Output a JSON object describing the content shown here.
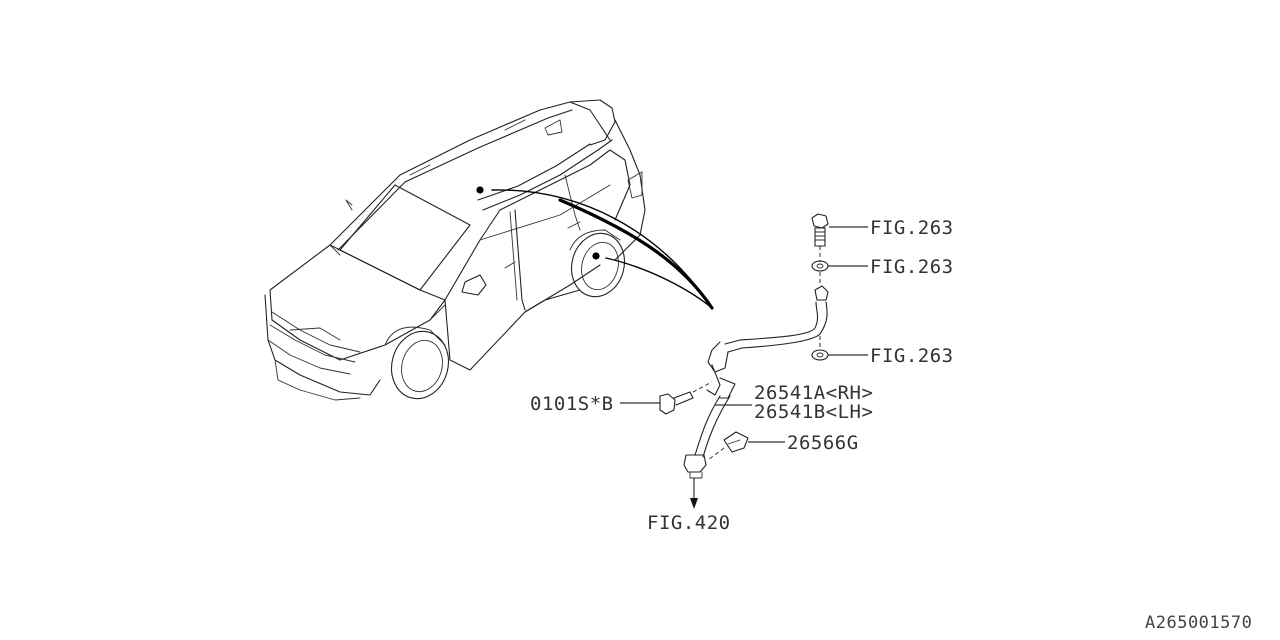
{
  "diagram": {
    "type": "exploded parts diagram",
    "subject": "Brake hose assembly with vehicle location reference",
    "illustration_code": "A265001570",
    "vehicle": {
      "icon": "suv-car-outline-icon",
      "callout_points": [
        "rear-roof-area",
        "rear-wheel"
      ]
    },
    "labels": {
      "bolt_top": "FIG.263",
      "washer_upper": "FIG.263",
      "washer_lower": "FIG.263",
      "bolt_side": "0101S*B",
      "hose_rh": "26541A<RH>",
      "hose_lh": "26541B<LH>",
      "clip": "26566G",
      "downstream_ref": "FIG.420"
    },
    "parts": [
      {
        "part_no": "FIG.263",
        "name": "union bolt",
        "icon": "union-bolt-icon"
      },
      {
        "part_no": "FIG.263",
        "name": "washer",
        "icon": "washer-icon"
      },
      {
        "part_no": "FIG.263",
        "name": "washer",
        "icon": "washer-icon"
      },
      {
        "part_no": "0101S*B",
        "name": "flange bolt",
        "icon": "flange-bolt-icon"
      },
      {
        "part_no": "26541A<RH>",
        "name": "brake hose right-hand",
        "icon": "brake-hose-icon"
      },
      {
        "part_no": "26541B<LH>",
        "name": "brake hose left-hand",
        "icon": "brake-hose-icon"
      },
      {
        "part_no": "26566G",
        "name": "hose clip",
        "icon": "clip-icon"
      },
      {
        "part_no": "FIG.420",
        "name": "connection reference",
        "icon": "arrow-down-icon"
      }
    ]
  }
}
